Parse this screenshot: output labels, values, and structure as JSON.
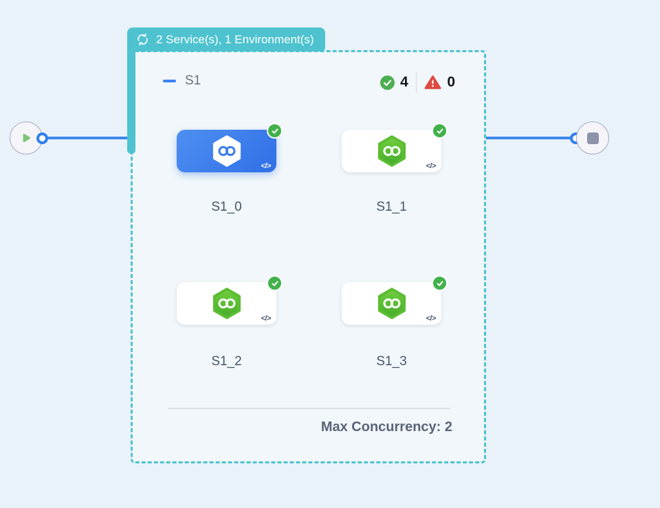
{
  "colors": {
    "canvas_background": "#E9F2F9",
    "group_accent_teal": "#4EC3CF",
    "edge_blue": "#3F87E9",
    "selected_card_blue": "#3B7DEE",
    "success_green": "#4CAF50",
    "error_red": "#DC4A41",
    "service_icon_green": "#55BB31"
  },
  "summary_badge": {
    "icon": "sync-icon",
    "label": "2 Service(s), 1 Environment(s)"
  },
  "group": {
    "title": "S1",
    "success_count": "4",
    "error_count": "0",
    "services": [
      {
        "label": "S1_0",
        "status": "success",
        "selected": true
      },
      {
        "label": "S1_1",
        "status": "success",
        "selected": false
      },
      {
        "label": "S1_2",
        "status": "success",
        "selected": false
      },
      {
        "label": "S1_3",
        "status": "success",
        "selected": false
      }
    ],
    "max_concurrency": "Max Concurrency: 2"
  },
  "flow": {
    "start_node_icon": "play-icon",
    "end_node_icon": "stop-icon"
  },
  "icons": {
    "code": "</>"
  }
}
